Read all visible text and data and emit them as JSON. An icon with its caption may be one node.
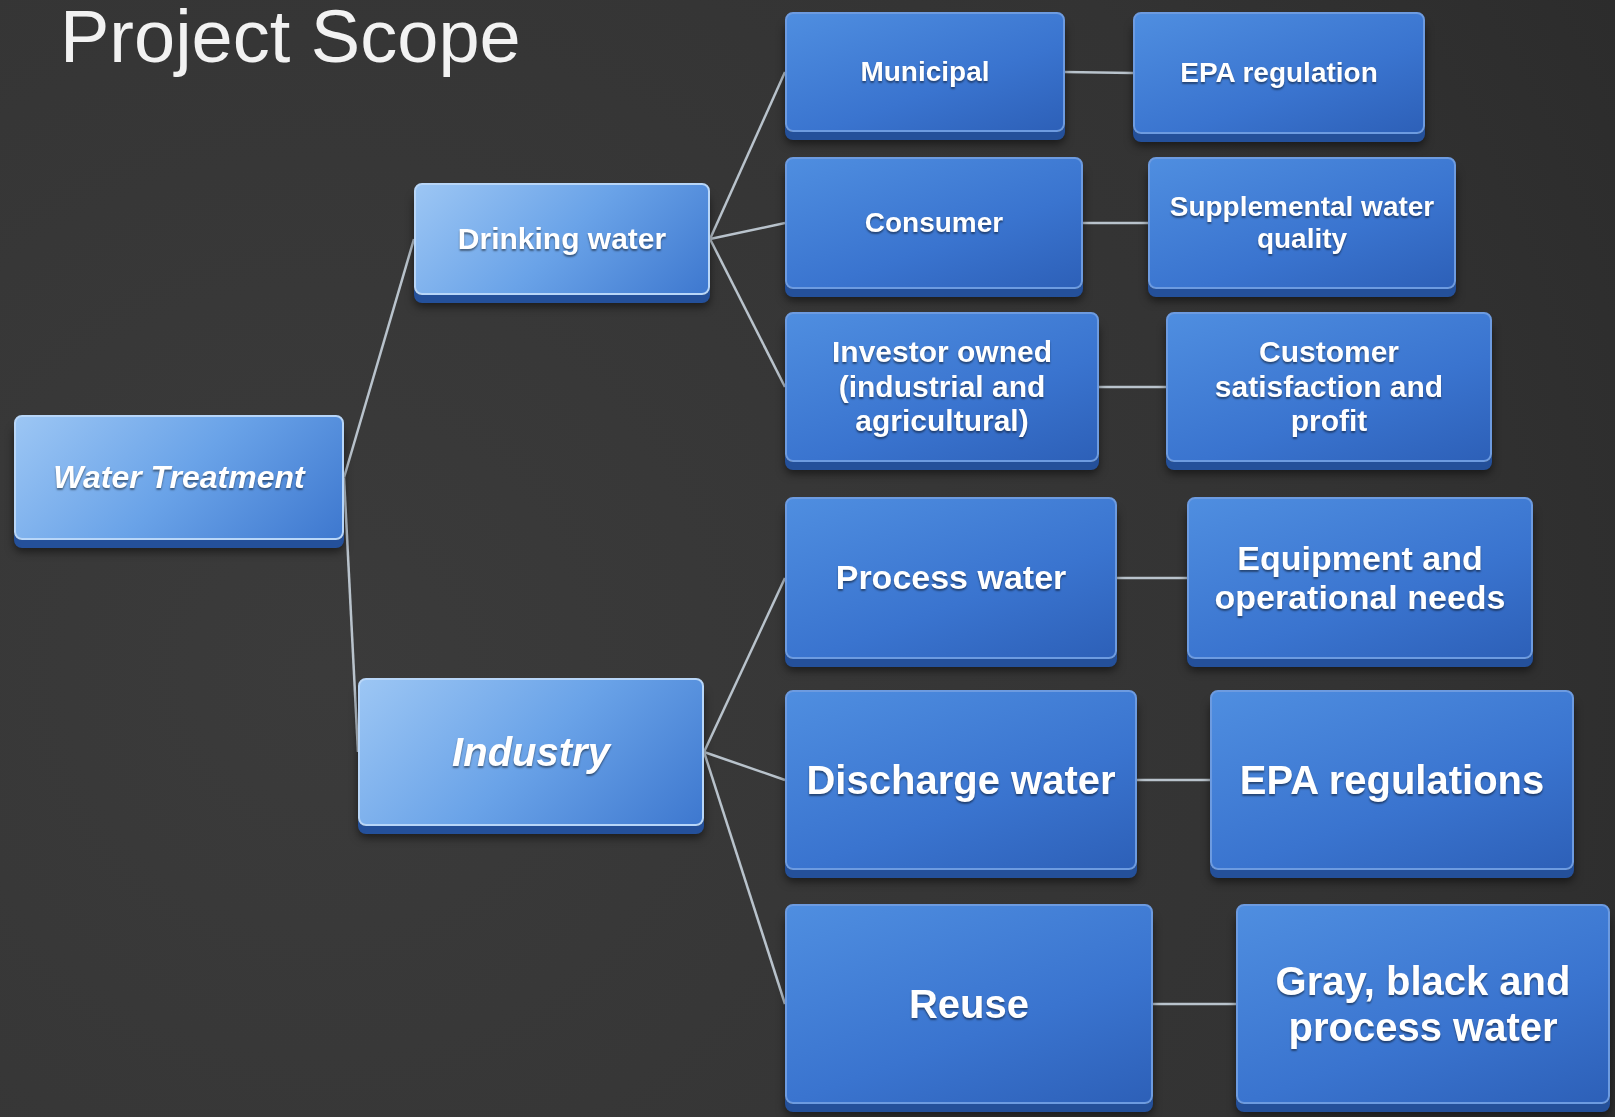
{
  "diagram": {
    "title": "Project Scope",
    "nodes": [
      {
        "text": [
          "Water Treatment"
        ]
      },
      {
        "text": [
          "Drinking water"
        ]
      },
      {
        "text": [
          "Industry"
        ]
      },
      {
        "text": [
          "Municipal"
        ]
      },
      {
        "text": [
          "EPA regulation"
        ]
      },
      {
        "text": [
          "Consumer"
        ]
      },
      {
        "text": [
          "Supplemental water quality"
        ]
      },
      {
        "text": [
          "Investor owned (industrial and agricultural)"
        ]
      },
      {
        "text": [
          "Customer satisfaction and profit"
        ]
      },
      {
        "text": [
          "Process water"
        ]
      },
      {
        "text": [
          "Equipment and operational needs"
        ]
      },
      {
        "text": [
          "Discharge water"
        ]
      },
      {
        "text": [
          "EPA regulations"
        ]
      },
      {
        "text": [
          "Reuse"
        ]
      },
      {
        "text": [
          "Gray, black and process water"
        ]
      }
    ],
    "edges": [
      {
        "from": 0,
        "to": 1,
        "arrow": "none"
      },
      {
        "from": 0,
        "to": 2,
        "arrow": "none"
      },
      {
        "from": 1,
        "to": 3,
        "arrow": "none"
      },
      {
        "from": 1,
        "to": 5,
        "arrow": "none"
      },
      {
        "from": 1,
        "to": 7,
        "arrow": "none"
      },
      {
        "from": 2,
        "to": 9,
        "arrow": "none"
      },
      {
        "from": 2,
        "to": 11,
        "arrow": "none"
      },
      {
        "from": 2,
        "to": 13,
        "arrow": "none"
      },
      {
        "from": 3,
        "to": 4,
        "arrow": "none"
      },
      {
        "from": 5,
        "to": 6,
        "arrow": "none"
      },
      {
        "from": 7,
        "to": 8,
        "arrow": "none"
      },
      {
        "from": 9,
        "to": 10,
        "arrow": "none"
      },
      {
        "from": 11,
        "to": 12,
        "arrow": "none"
      },
      {
        "from": 13,
        "to": 14,
        "arrow": "none"
      }
    ]
  }
}
